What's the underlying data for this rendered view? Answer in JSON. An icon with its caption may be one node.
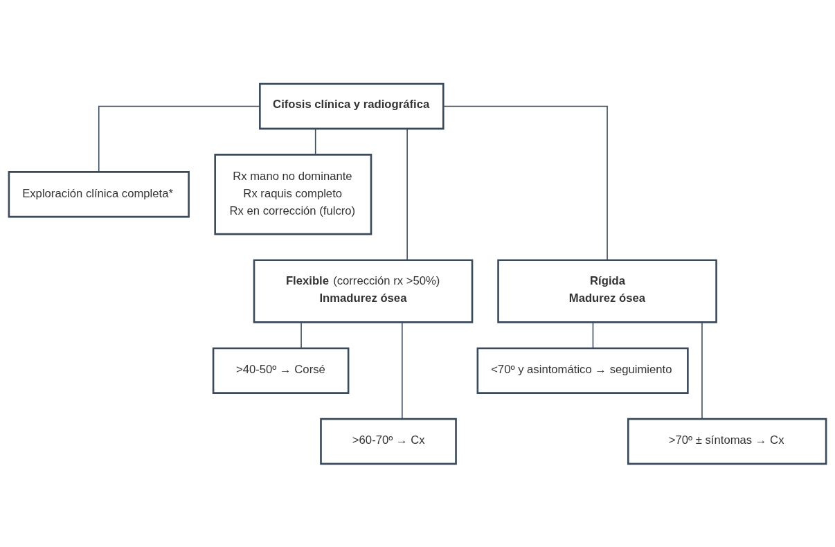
{
  "diagram": {
    "nodes": [
      {
        "text": [
          "Cifosis clínica y radiográfica"
        ]
      },
      {
        "text": [
          "Exploración clínica completa*"
        ]
      },
      {
        "text": [
          "Rx mano no dominante",
          "Rx raquis completo",
          "Rx en corrección (fulcro)"
        ]
      },
      {
        "text": [
          "**Flexible** (corrección rx >50%)",
          "**Inmadurez ósea**"
        ]
      },
      {
        "text": [
          "Rígida",
          "Madurez ósea"
        ]
      },
      {
        "text": [
          ">40-50º → Corsé"
        ]
      },
      {
        "text": [
          ">60-70º → Cx"
        ]
      },
      {
        "text": [
          "<70º y asintomático → seguimiento"
        ]
      },
      {
        "text": [
          ">70º ± síntomas → Cx"
        ]
      }
    ],
    "edges": [
      {
        "from": 0,
        "to": 1,
        "arrow": "none"
      },
      {
        "from": 0,
        "to": 2,
        "arrow": "none"
      },
      {
        "from": 0,
        "to": 3,
        "arrow": "none"
      },
      {
        "from": 0,
        "to": 4,
        "arrow": "none"
      },
      {
        "from": 3,
        "to": 5,
        "arrow": "none"
      },
      {
        "from": 3,
        "to": 6,
        "arrow": "none"
      },
      {
        "from": 4,
        "to": 7,
        "arrow": "none"
      },
      {
        "from": 4,
        "to": 8,
        "arrow": "none"
      }
    ]
  }
}
